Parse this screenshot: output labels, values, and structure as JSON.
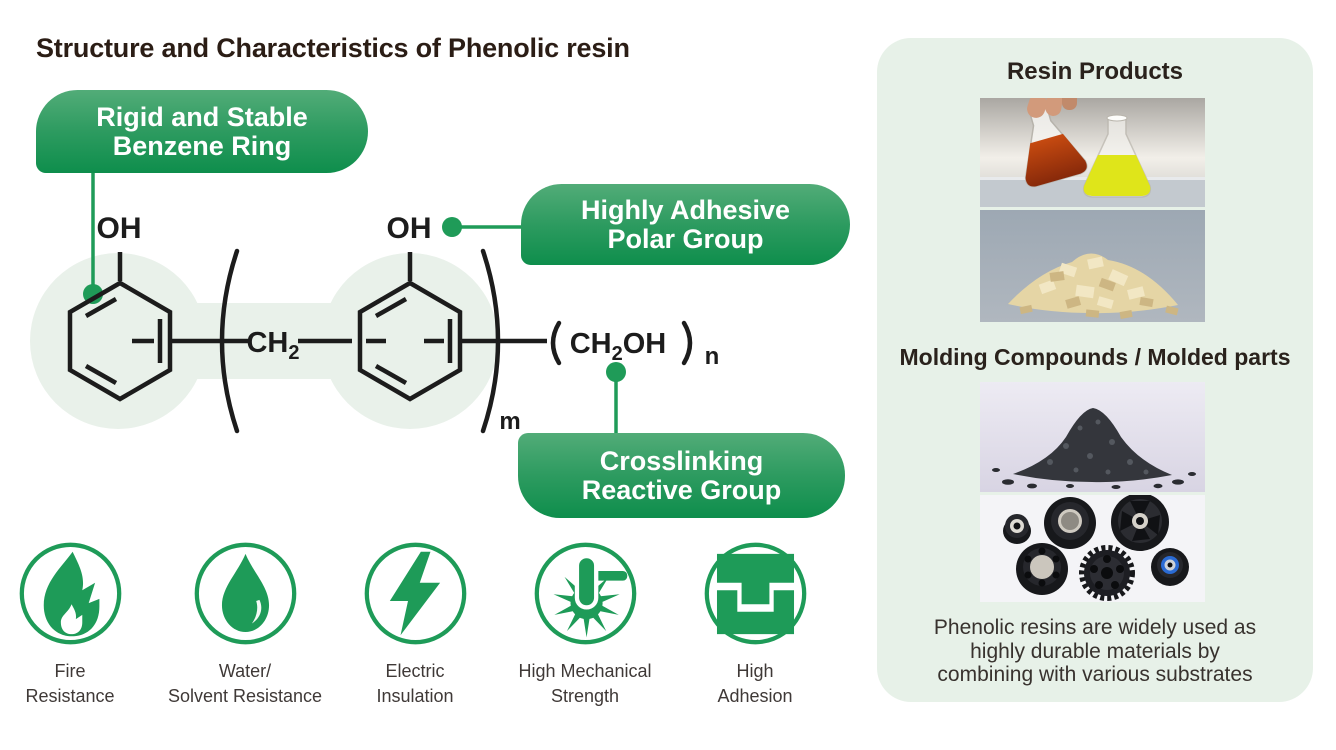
{
  "title": "Structure and Characteristics of Phenolic resin",
  "callouts": {
    "benzene": {
      "line1": "Rigid and Stable",
      "line2": "Benzene Ring"
    },
    "polar": {
      "line1": "Highly Adhesive",
      "line2": "Polar Group"
    },
    "crosslink": {
      "line1": "Crosslinking",
      "line2": "Reactive Group"
    }
  },
  "structure": {
    "oh_left": "OH",
    "oh_right": "OH",
    "ch": "CH",
    "sub2": "2",
    "oh_suffix": "OH",
    "sub_m": "m",
    "sub_n": "n"
  },
  "features": [
    {
      "icon": "flame-icon",
      "line1": "Fire",
      "line2": "Resistance"
    },
    {
      "icon": "water-drop-icon",
      "line1": "Water/",
      "line2": "Solvent Resistance"
    },
    {
      "icon": "lightning-icon",
      "line1": "Electric",
      "line2": "Insulation"
    },
    {
      "icon": "press-impact-icon",
      "line1": "High Mechanical",
      "line2": "Strength"
    },
    {
      "icon": "joint-icon",
      "line1": "High",
      "line2": "Adhesion"
    }
  ],
  "panel": {
    "resin_heading": "Resin Products",
    "molding_heading": "Molding Compounds / Molded parts",
    "caption_line1": "Phenolic resins are widely used as",
    "caption_line2": "highly durable materials by",
    "caption_line3": "combining with various substrates"
  },
  "colors": {
    "accent_green": "#1f9b58",
    "pill_gradient_top": "#52ac78",
    "pill_gradient_bottom": "#0e8e4c",
    "highlight": "#e9f1ea",
    "panel_background": "#e7f1e8",
    "structure_ink": "#1c1c1c"
  }
}
